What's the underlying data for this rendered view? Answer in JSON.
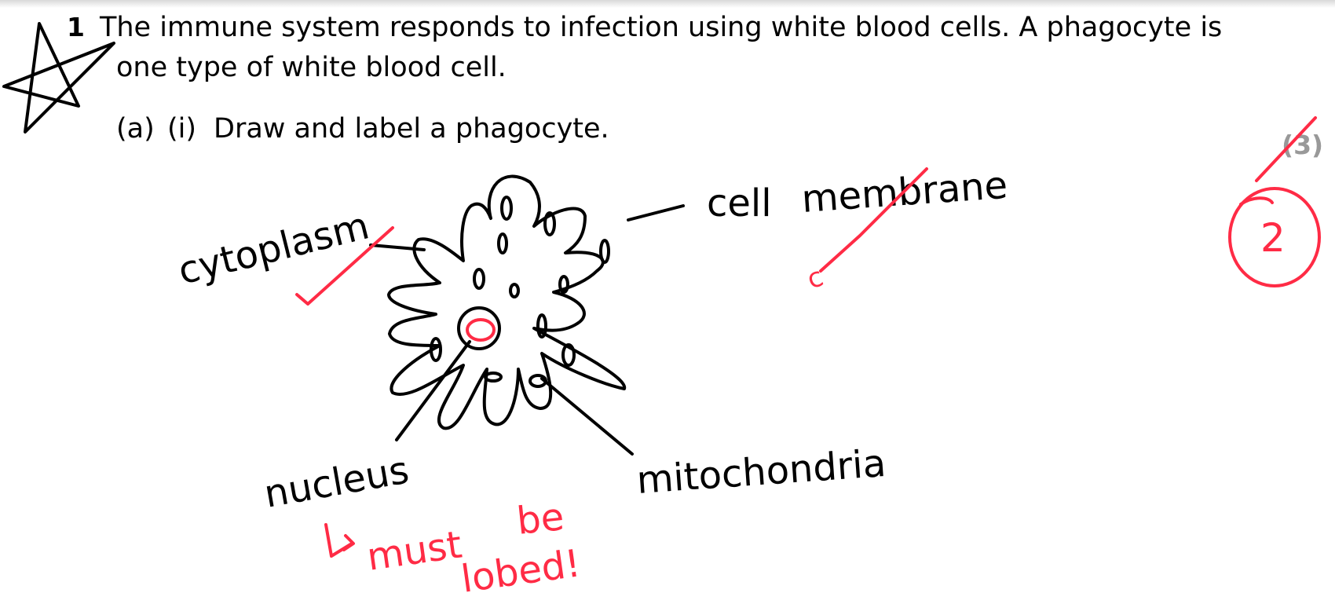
{
  "question": {
    "number": "1",
    "line1": "The immune system responds to infection using white blood cells.  A phagocyte is",
    "line2": "one type of white blood cell.",
    "part": "(a)",
    "subpart": "(i)",
    "instruction": "Draw and label a phagocyte.",
    "marks": "(3)"
  },
  "student_labels": {
    "cytoplasm": "cytoplasm",
    "cell": "cell",
    "membrane": "membrane",
    "nucleus": "nucleus",
    "mitochondria": "mitochondria"
  },
  "marker": {
    "tick_mark": "c",
    "comment_line1": "must",
    "comment_line1b": "be",
    "comment_line2": "lobed!",
    "score": "2"
  },
  "colors": {
    "ink": "#000000",
    "red_pen": "#ff2b45",
    "marks_grey": "#999999"
  }
}
